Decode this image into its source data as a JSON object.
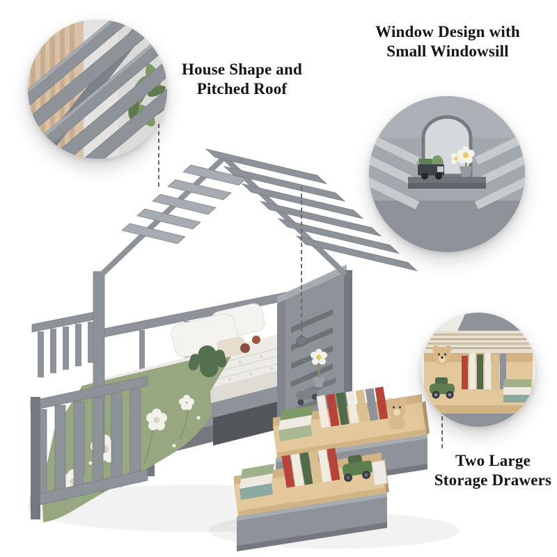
{
  "callouts": [
    {
      "id": "roof",
      "lines": [
        "House Shape and",
        "Pitched Roof"
      ]
    },
    {
      "id": "window",
      "lines": [
        "Window Design with",
        "Small Windowsill"
      ]
    },
    {
      "id": "drawers",
      "lines": [
        "Two Large",
        "Storage Drawers"
      ]
    }
  ],
  "colors": {
    "background": "#ffffff",
    "text": "#141414",
    "connector": "#6a6a6a",
    "frame_gray": "#8e9399",
    "frame_gray_dark": "#75797f",
    "frame_gray_light": "#a7acb2",
    "mattress_white": "#edebe6",
    "blanket_green": "#97a77f",
    "wood_light": "#e3c89c",
    "wood_mid": "#d2b384",
    "wood_dark": "#b99868",
    "curtain_tan": "#d8c1a6",
    "plant_green": "#7c9865",
    "book_red": "#b8433a",
    "book_green": "#4f6b4a",
    "book_cream": "#efebe0",
    "toy_green": "#5d7f4f",
    "teddy_tan": "#d9b98c",
    "flower_yellow": "#e8c95a"
  }
}
